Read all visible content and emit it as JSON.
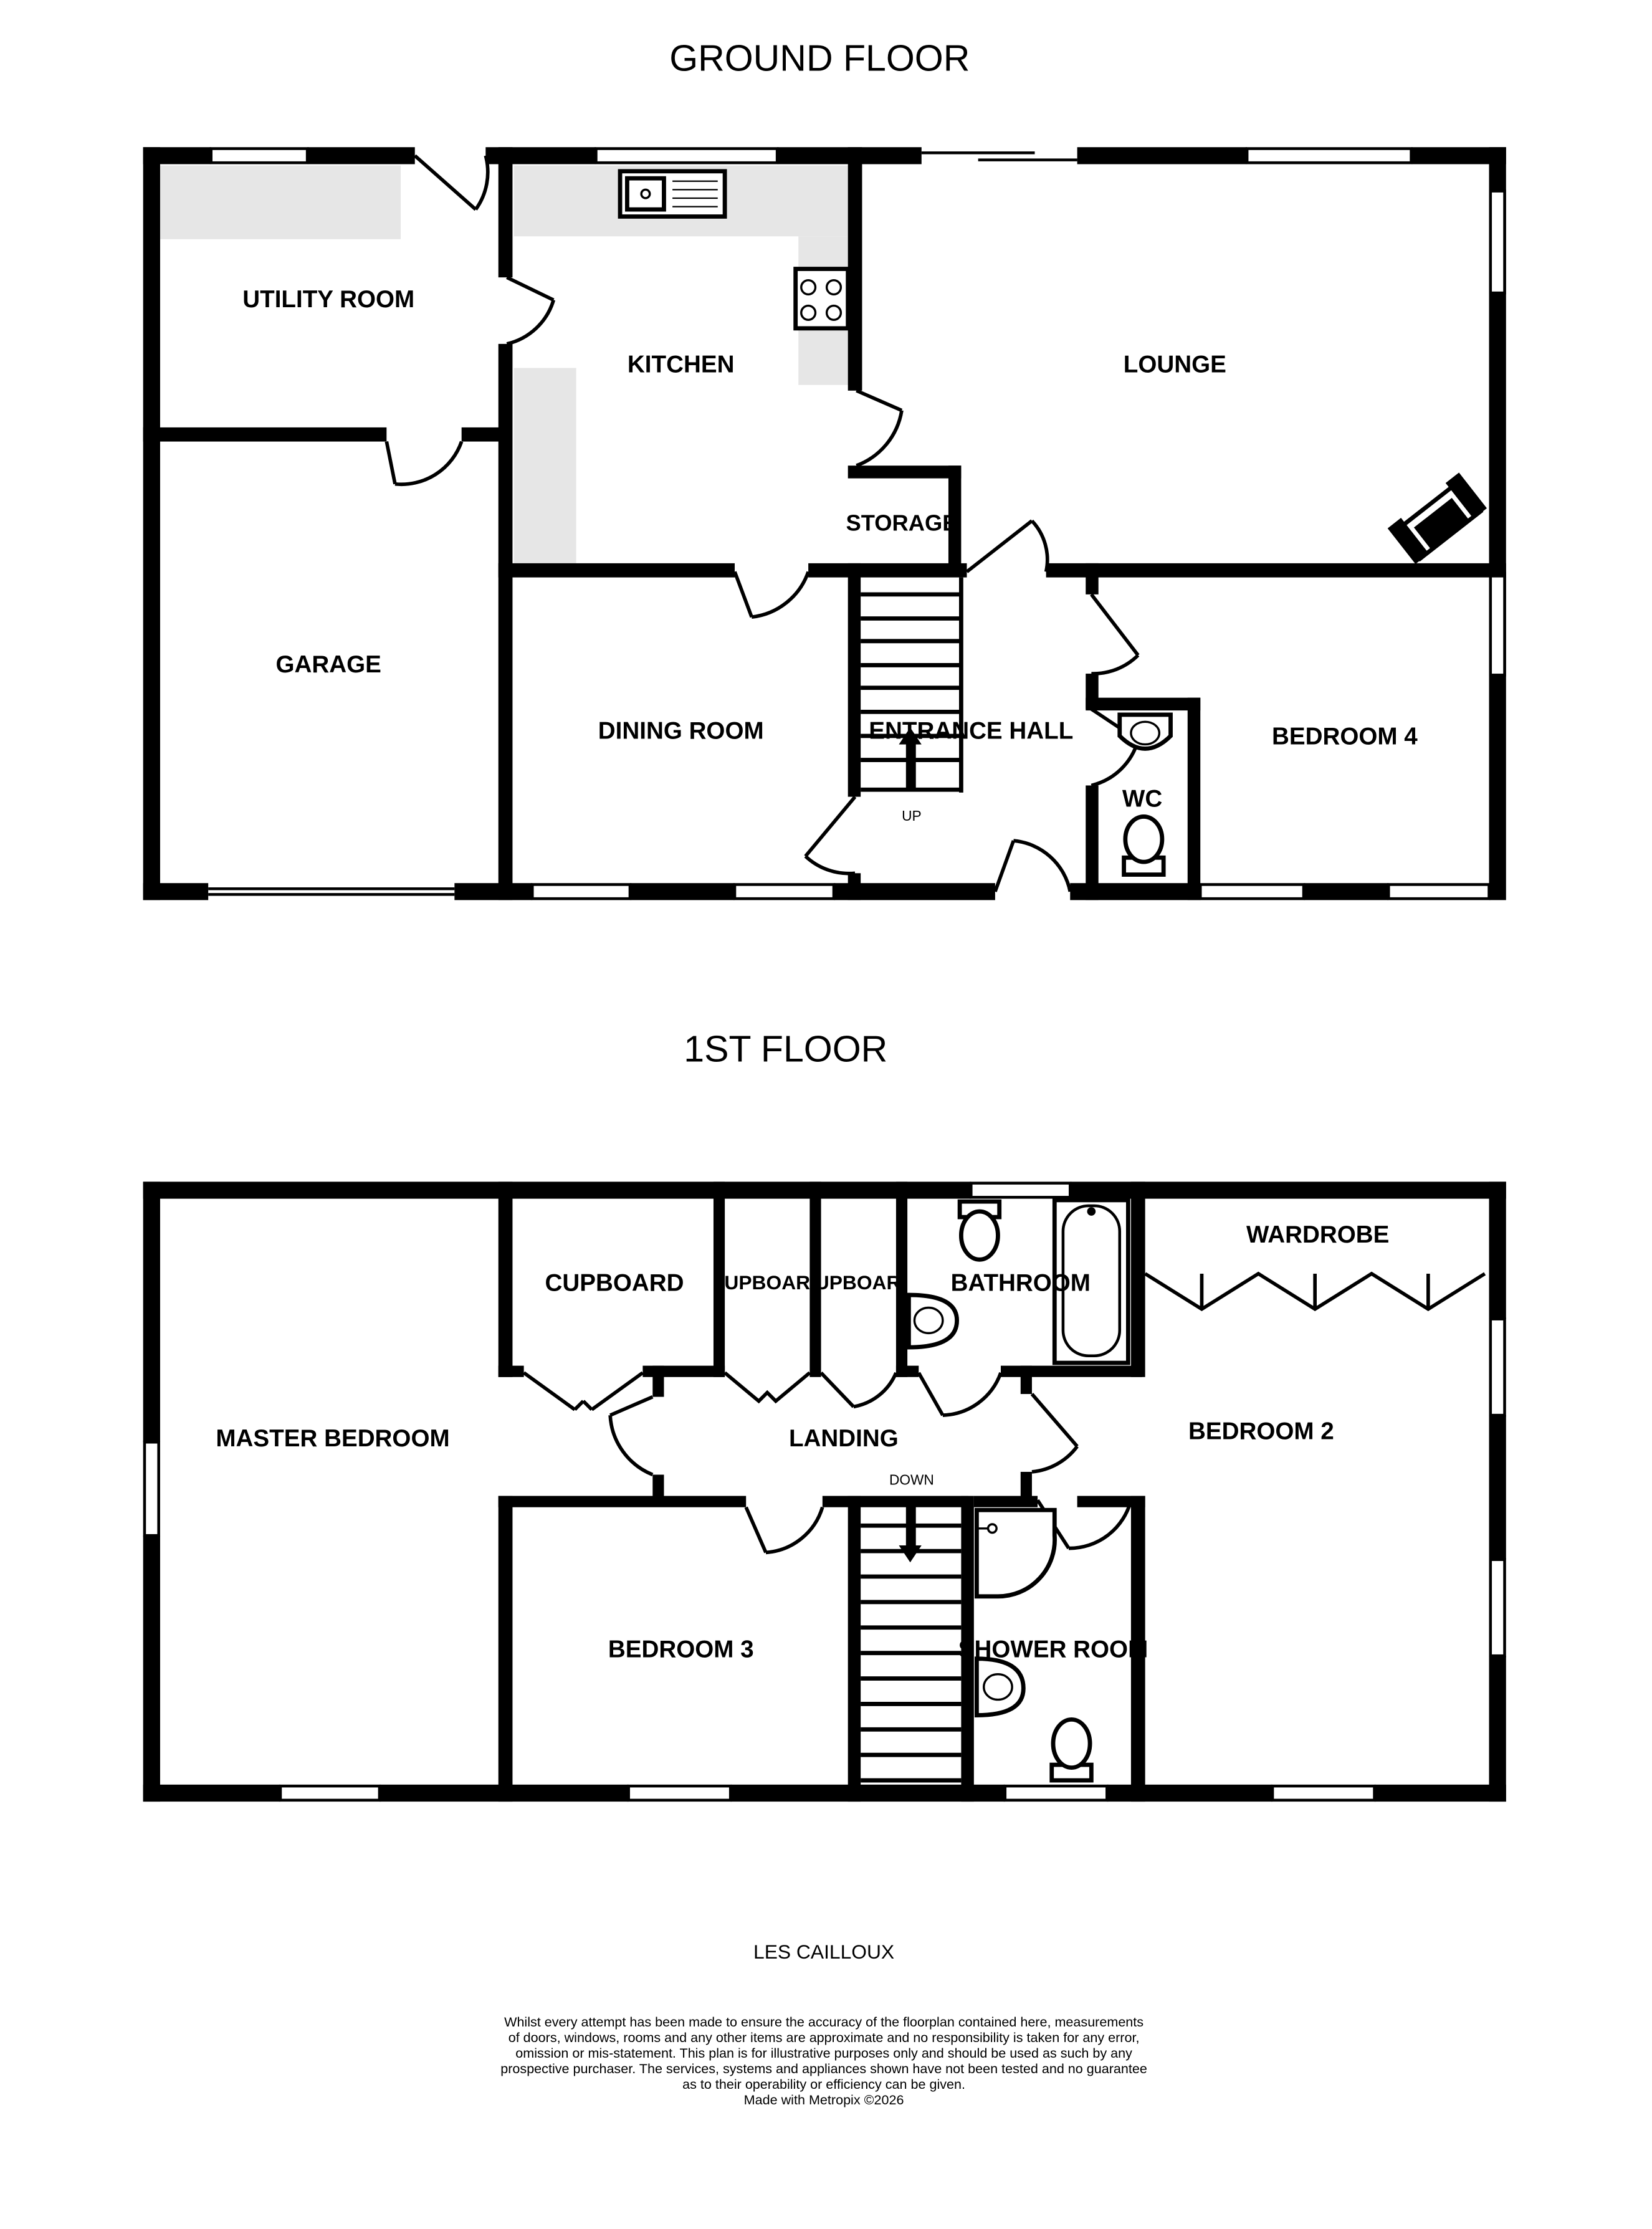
{
  "floors": {
    "ground": {
      "title": "GROUND FLOOR",
      "rooms": {
        "utility": "UTILITY ROOM",
        "kitchen": "KITCHEN",
        "lounge": "LOUNGE",
        "storage": "STORAGE",
        "garage": "GARAGE",
        "dining": "DINING ROOM",
        "hall": "ENTRANCE HALL",
        "bedroom4": "BEDROOM 4",
        "wc": "WC"
      },
      "stairs_label": "UP"
    },
    "first": {
      "title": "1ST FLOOR",
      "rooms": {
        "cupboard1": "CUPBOARD",
        "cupboard2": "CUPBOARD",
        "cupboard3": "CUPBOARD",
        "bathroom": "BATHROOM",
        "wardrobe": "WARDROBE",
        "master": "MASTER BEDROOM",
        "landing": "LANDING",
        "bedroom2": "BEDROOM 2",
        "bedroom3": "BEDROOM 3",
        "shower": "SHOWER ROOM"
      },
      "stairs_label": "DOWN"
    }
  },
  "property_name": "LES CAILLOUX",
  "disclaimer": [
    "Whilst every attempt has been made to ensure the accuracy of the floorplan contained here, measurements",
    "of doors, windows, rooms and any other items are approximate and no responsibility is taken for any error,",
    "omission or mis-statement. This plan is for illustrative purposes only and should be used as such by any",
    "prospective purchaser. The services, systems and appliances shown have not been tested and no guarantee",
    "as to their operability or efficiency can be given.",
    "Made with Metropix ©2026"
  ],
  "colors": {
    "wall": "#000000",
    "worktop": "#e6e6e6",
    "background": "#ffffff"
  }
}
